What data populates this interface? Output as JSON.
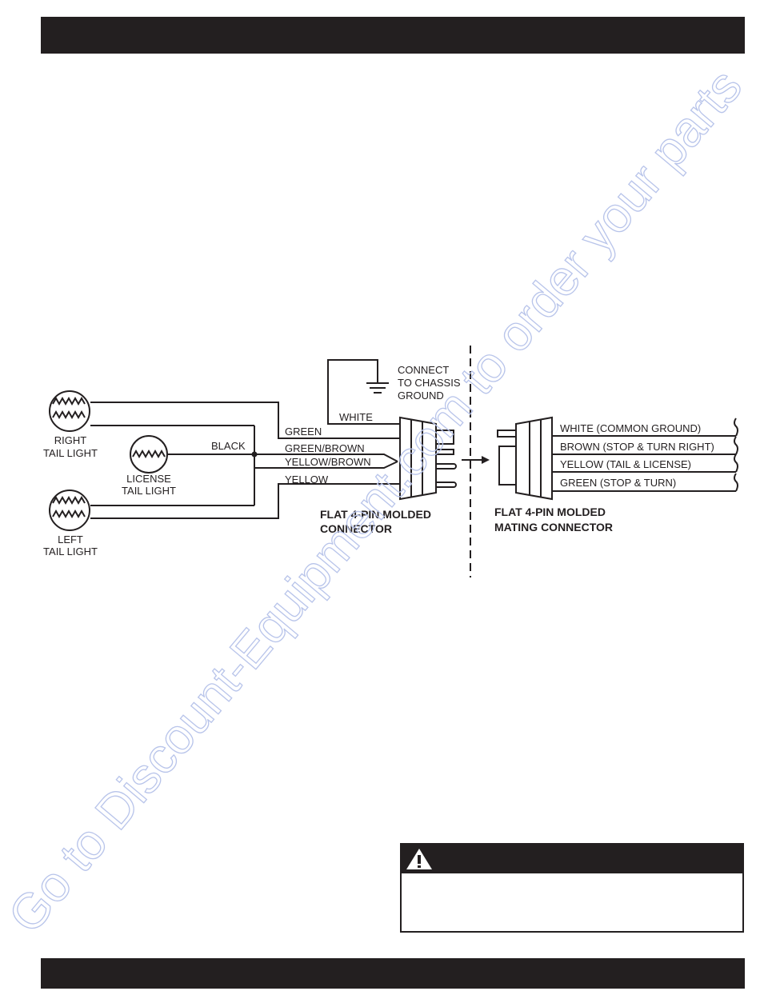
{
  "watermark": {
    "text": "Go to Discount-Equipment.com to order your parts"
  },
  "lights": {
    "right": {
      "line1": "RIGHT",
      "line2": "TAIL LIGHT"
    },
    "license": {
      "line1": "LICENSE",
      "line2": "TAIL LIGHT"
    },
    "left": {
      "line1": "LEFT",
      "line2": "TAIL LIGHT"
    }
  },
  "ground": {
    "line1": "CONNECT",
    "line2": "TO CHASSIS",
    "line3": "GROUND"
  },
  "wires_left": {
    "white": "WHITE",
    "black": "BLACK",
    "green": "GREEN",
    "green_brown": "GREEN/BROWN",
    "yellow_brown": "YELLOW/BROWN",
    "yellow": "YELLOW"
  },
  "wires_right": {
    "white": "WHITE (COMMON GROUND)",
    "brown": "BROWN (STOP & TURN RIGHT)",
    "yellow": "YELLOW (TAIL & LICENSE)",
    "green": "GREEN  (STOP & TURN)"
  },
  "connectors": {
    "molded": {
      "line1": "FLAT 4-PIN MOLDED",
      "line2": "CONNECTOR"
    },
    "mating": {
      "line1": "FLAT 4-PIN MOLDED",
      "line2": "MATING CONNECTOR"
    }
  },
  "icons": {
    "warning": "warning-triangle-icon",
    "ground": "ground-symbol-icon",
    "bulb": "tail-light-bulb-icon"
  },
  "colors": {
    "bar": "#231f20",
    "watermark": "#b8c4ea"
  }
}
